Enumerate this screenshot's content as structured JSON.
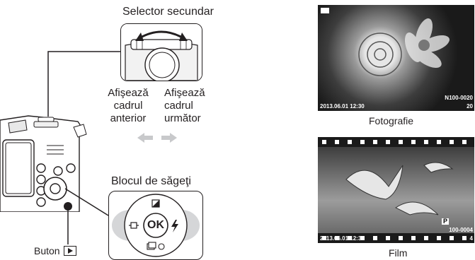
{
  "labels": {
    "secondary_selector": "Selector secundar",
    "prev_frame": [
      "Afişează",
      "cadrul",
      "anterior"
    ],
    "next_frame": [
      "Afişează",
      "cadrul",
      "următor"
    ],
    "arrow_pad": "Blocul de săgeţi",
    "play_button": "Buton",
    "photo_caption": "Fotografie",
    "movie_caption": "Film"
  },
  "arrow_pad": {
    "ok": "OK"
  },
  "photo_screen": {
    "datetime": "2013.06.01 12:30",
    "file_number": "100-0020",
    "quality": "N",
    "frame": "20"
  },
  "movie_screen": {
    "datetime": "2013.06.01 12:30",
    "file_number": "100-0004",
    "mode": "P",
    "frame": "4"
  },
  "colors": {
    "line": "#231f20",
    "arrow_gray": "#c8c9cb",
    "film_strip": "#1a1a1a"
  }
}
